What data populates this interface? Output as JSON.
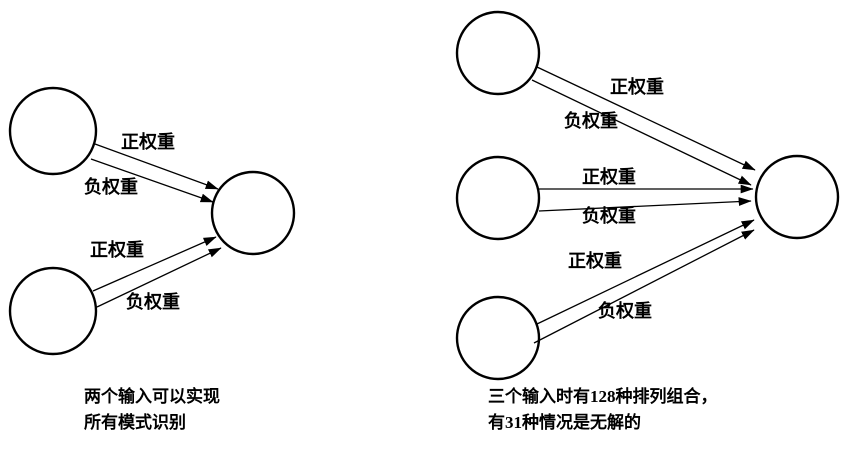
{
  "colors": {
    "background": "#ffffff",
    "line": "#000000",
    "text": "#000000"
  },
  "left_diagram": {
    "input_count": 2,
    "output_count": 1,
    "edges": [
      {
        "label": "正权重"
      },
      {
        "label": "负权重"
      },
      {
        "label": "正权重"
      },
      {
        "label": "负权重"
      }
    ],
    "caption": [
      "两个输入可以实现",
      "所有模式识别"
    ]
  },
  "right_diagram": {
    "input_count": 3,
    "output_count": 1,
    "edges": [
      {
        "label": "正权重"
      },
      {
        "label": "负权重"
      },
      {
        "label": "正权重"
      },
      {
        "label": "负权重"
      },
      {
        "label": "正权重"
      },
      {
        "label": "负权重"
      }
    ],
    "caption": [
      "三个输入时有128种排列组合，",
      "有31种情况是无解的"
    ]
  }
}
